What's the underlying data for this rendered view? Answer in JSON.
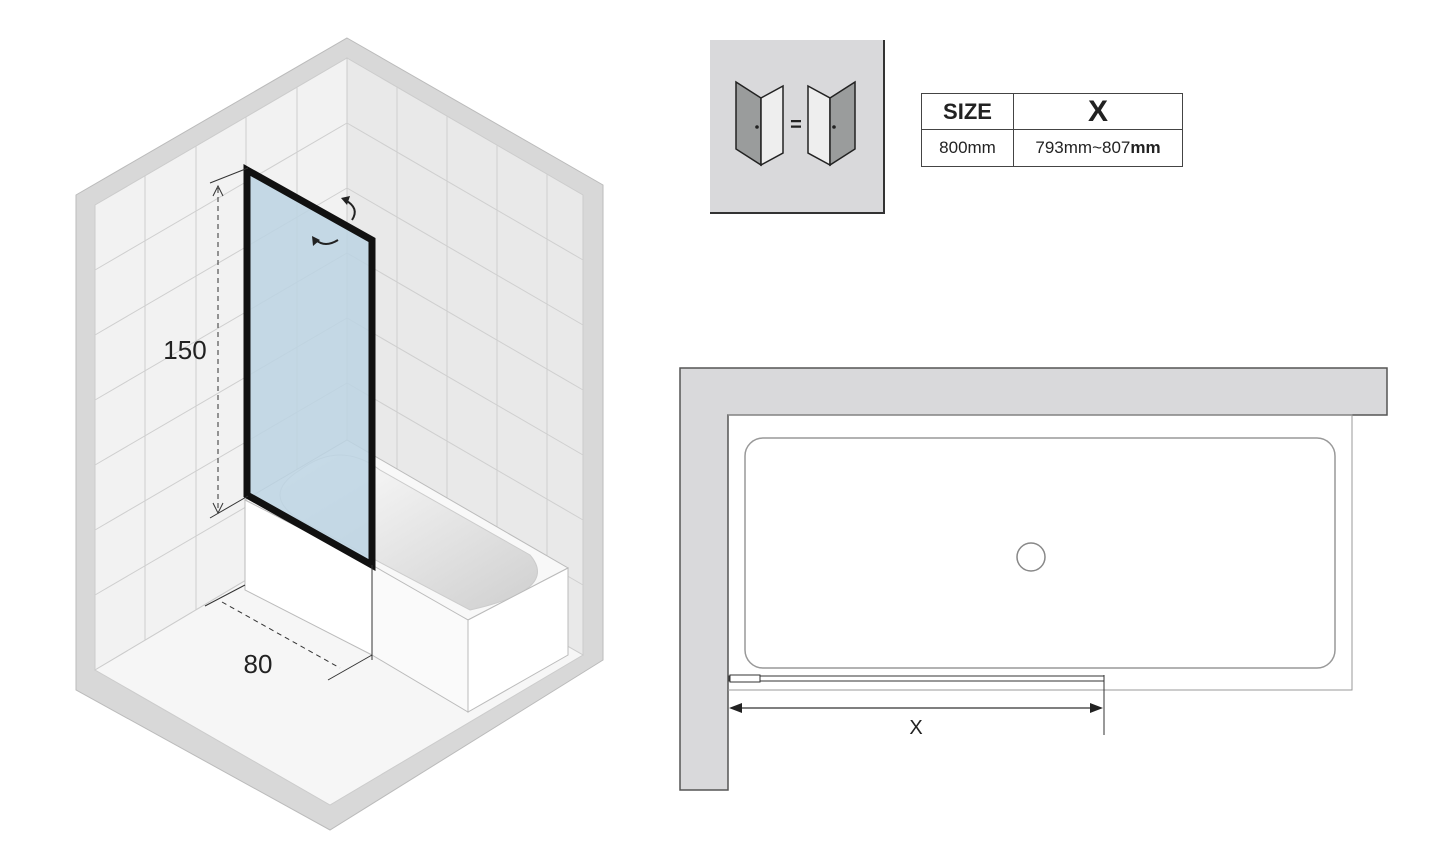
{
  "isometric_view": {
    "height_label": "150",
    "width_label": "80",
    "glass_color": "#bcd3e3",
    "frame_color": "#111111",
    "wall_color": "#efefef"
  },
  "reversible_icon": {
    "icon": "reversible-panel-icon",
    "equals": "="
  },
  "size_table": {
    "headers": [
      "SIZE",
      "X"
    ],
    "rows": [
      {
        "size": "800mm",
        "x_prefix": "793mm~807",
        "x_suffix": "mm"
      }
    ]
  },
  "plan_view": {
    "dimension_label": "X"
  }
}
